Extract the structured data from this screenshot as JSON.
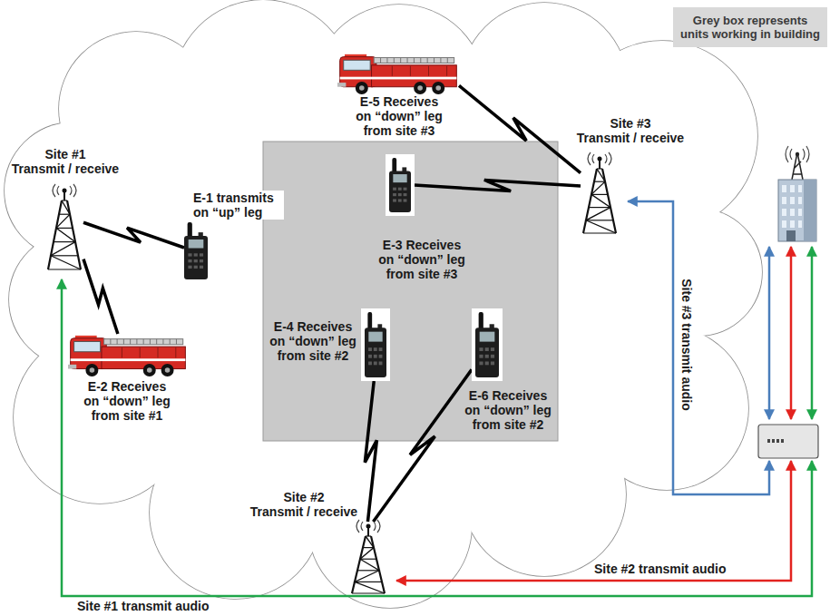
{
  "diagram": {
    "nodes": [
      {
        "text": [
          "E-5 Receives on “down” leg from site #3"
        ]
      },
      {
        "text": [
          "Site #1",
          "Transmit / receive"
        ]
      },
      {
        "text": [
          "E-1 transmits on “up” leg"
        ]
      },
      {
        "text": [
          "Site #3",
          "Transmit / receive"
        ]
      },
      {
        "text": [
          "E-3 Receives on “down” leg from site #3"
        ]
      },
      {
        "text": [
          "E-4 Receives on “down” leg from site #2"
        ]
      },
      {
        "text": [
          "E-2 Receives on “down” leg from site #1"
        ]
      },
      {
        "text": [
          "E-6 Receives on “down” leg from site #2"
        ]
      },
      {
        "text": [
          "Site #2",
          "Transmit / receive"
        ]
      }
    ],
    "edges": [
      {
        "from": 1,
        "to": 2,
        "arrow": "none"
      },
      {
        "from": 1,
        "to": 6,
        "arrow": "none"
      },
      {
        "from": 3,
        "to": 0,
        "arrow": "none"
      },
      {
        "from": 3,
        "to": 4,
        "arrow": "none"
      },
      {
        "from": 8,
        "to": 5,
        "arrow": "none"
      },
      {
        "from": 8,
        "to": 7,
        "arrow": "none"
      }
    ],
    "labels": [
      "Site #3 transmit audio",
      "Site #2 transmit audio",
      "Site #1 transmit audio"
    ],
    "legend": [
      {
        "text": "Grey box represents units working in building",
        "color": "#d9d9d9"
      }
    ]
  }
}
